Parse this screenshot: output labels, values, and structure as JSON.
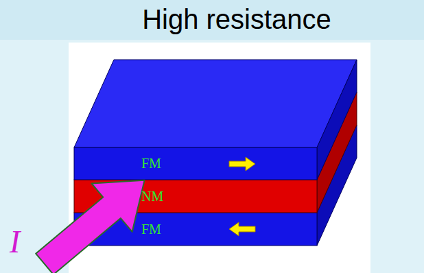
{
  "diagram": {
    "title": "High resistance",
    "nodes": [
      {
        "text": [
          "FM"
        ]
      },
      {
        "text": [
          "NM"
        ]
      },
      {
        "text": [
          "FM"
        ]
      }
    ],
    "labels": [
      "I"
    ]
  }
}
